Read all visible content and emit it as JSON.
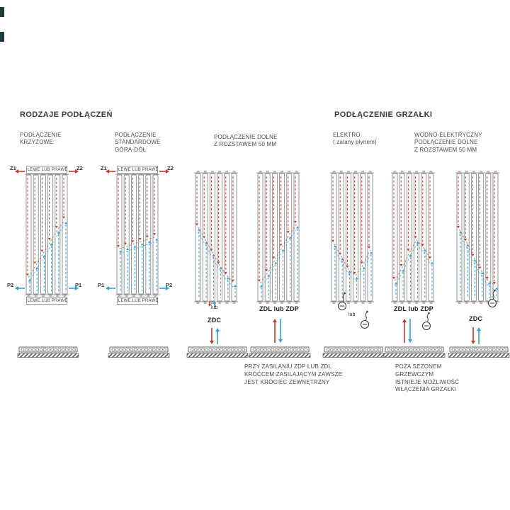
{
  "headings": {
    "left": "RODZAJE PODŁĄCZEŃ",
    "right": "PODŁĄCZENIE GRZAŁKI"
  },
  "columns": {
    "krzyzowe": "PODŁĄCZENIE\nKRZYŻOWE",
    "standardowe": "PODŁĄCZENIE\nSTANDARDOWE\nGÓRA-DÓŁ",
    "dolne": "PODŁĄCZENIE DOLNE\nZ ROZSTAWEM 50 MM",
    "elektro": "ELEKTRO\n( zalany płynem)",
    "wodno": "WODNO-ELEKTRYCZNY\nPODŁĄCZENIE DOLNE\nZ ROZSTAWEM 50 MM"
  },
  "labels": {
    "z1": "Z1",
    "z2": "Z2",
    "p1": "P1",
    "p2": "P2",
    "lewe_lub_prawe": "LEWE LUB PRAWE",
    "lub": "lub",
    "zdc": "ZDC",
    "zdl_lub_zdp": "ZDL lub ZDP"
  },
  "notes": {
    "zdp_zdl": "PRZY ZASILANIU ZDP LUB ZDL\nKRÓĆCEM ZASILAJĄCYM ZAWSZE\nJEST KRÓCIEC ZEWNĘTRZNY",
    "grzalka": "POZA SEZONEM\nGRZEWCZYM\nISTNIEJE MOŻLIWOŚĆ\nWŁĄCZENIA GRZAŁKI"
  },
  "colors": {
    "hot": "#c23b2b",
    "cold": "#2f9fd6",
    "outline": "#8a8a8a",
    "text": "#3a3a3a"
  }
}
